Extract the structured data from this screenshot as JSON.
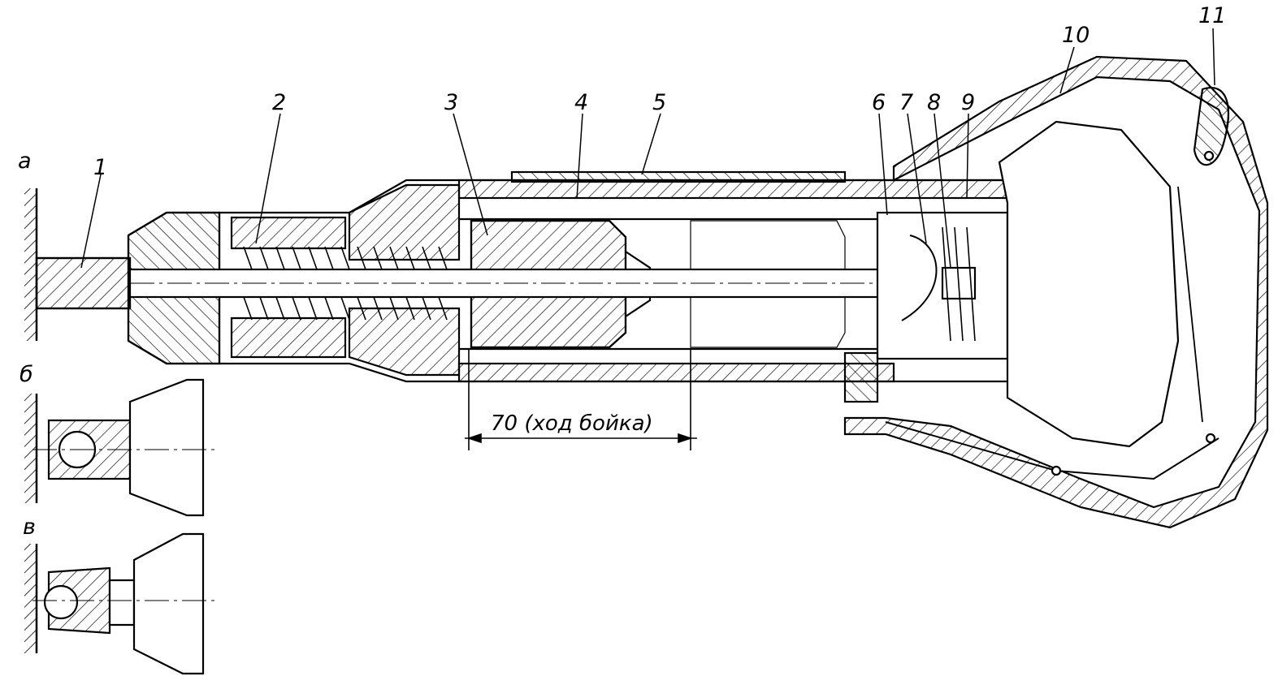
{
  "diagram": {
    "views": {
      "a": "а",
      "b": "б",
      "c": "в"
    },
    "parts": {
      "p1": "1",
      "p2": "2",
      "p3": "3",
      "p4": "4",
      "p5": "5",
      "p6": "6",
      "p7": "7",
      "p8": "8",
      "p9": "9",
      "p10": "10",
      "p11": "11"
    },
    "stroke_dimension": "70 (ход бойка)",
    "colors": {
      "ink": "#000000",
      "paper": "#ffffff"
    }
  }
}
